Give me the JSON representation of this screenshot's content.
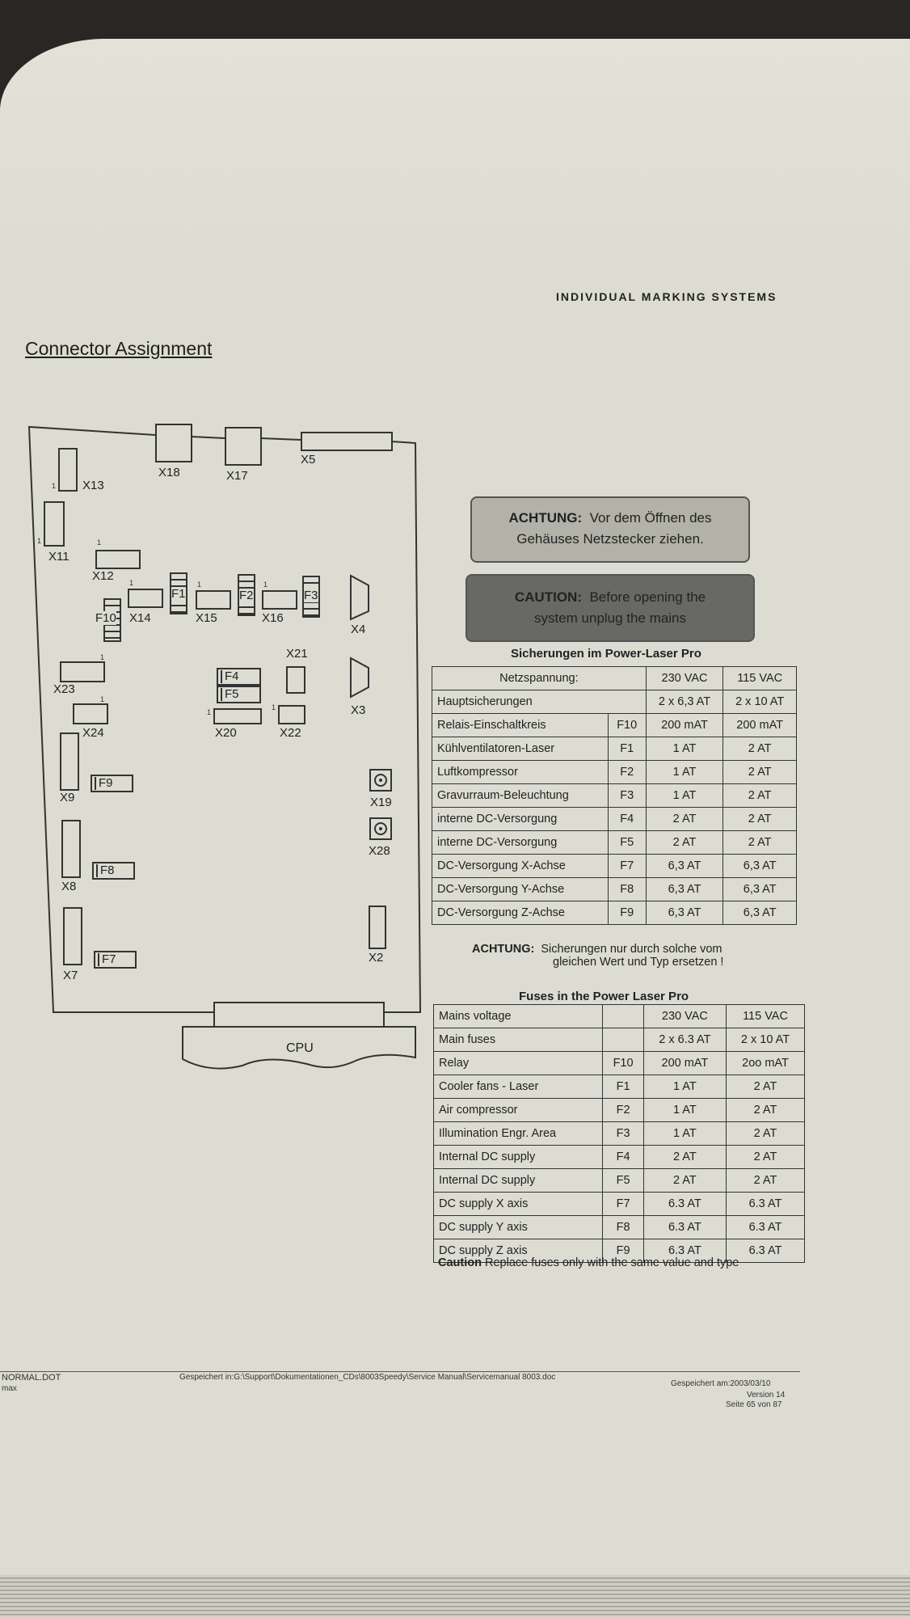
{
  "header": {
    "company": "INDIVIDUAL MARKING SYSTEMS",
    "section_title": "Connector Assignment"
  },
  "diagram": {
    "connectors": [
      "X18",
      "X17",
      "X5",
      "X13",
      "X11",
      "X12",
      "X14",
      "X15",
      "X16",
      "X4",
      "X21",
      "X23",
      "X3",
      "X24",
      "X20",
      "X22",
      "X9",
      "X19",
      "X28",
      "X8",
      "X2",
      "X7"
    ],
    "fuses": [
      "F1",
      "F2",
      "F3",
      "F10",
      "F4",
      "F5",
      "F9",
      "F8",
      "F7"
    ],
    "pin_one": "1",
    "cpu_label": "CPU"
  },
  "alerts": {
    "de": {
      "label": "ACHTUNG:",
      "line1": "Vor dem Öffnen des",
      "line2": "Gehäuses Netzstecker ziehen."
    },
    "en": {
      "label": "CAUTION:",
      "line1": "Before opening the",
      "line2": "system unplug the mains"
    }
  },
  "table_de": {
    "caption": "Sicherungen im Power-Laser Pro",
    "header": [
      "Netzspannung:",
      "230 VAC",
      "115 VAC"
    ],
    "main": [
      "Hauptsicherungen",
      "2 x 6,3 AT",
      "2 x 10 AT"
    ],
    "rows": [
      [
        "Relais-Einschaltkreis",
        "F10",
        "200 mAT",
        "200 mAT"
      ],
      [
        "Kühlventilatoren-Laser",
        "F1",
        "1 AT",
        "2 AT"
      ],
      [
        "Luftkompressor",
        "F2",
        "1 AT",
        "2 AT"
      ],
      [
        "Gravurraum-Beleuchtung",
        "F3",
        "1 AT",
        "2 AT"
      ],
      [
        "interne DC-Versorgung",
        "F4",
        "2 AT",
        "2 AT"
      ],
      [
        "interne DC-Versorgung",
        "F5",
        "2 AT",
        "2 AT"
      ],
      [
        "DC-Versorgung X-Achse",
        "F7",
        "6,3 AT",
        "6,3 AT"
      ],
      [
        "DC-Versorgung Y-Achse",
        "F8",
        "6,3 AT",
        "6,3 AT"
      ],
      [
        "DC-Versorgung Z-Achse",
        "F9",
        "6,3 AT",
        "6,3 AT"
      ]
    ],
    "note_label": "ACHTUNG:",
    "note_line1": "Sicherungen nur durch solche vom",
    "note_line2": "gleichen Wert und Typ ersetzen !"
  },
  "table_en": {
    "caption": "Fuses in the Power Laser Pro",
    "header": [
      "Mains voltage",
      "230 VAC",
      "115 VAC"
    ],
    "main": [
      "Main fuses",
      "2 x 6.3 AT",
      "2 x 10 AT"
    ],
    "rows": [
      [
        "Relay",
        "F10",
        "200 mAT",
        "2oo mAT"
      ],
      [
        "Cooler fans - Laser",
        "F1",
        "1 AT",
        "2 AT"
      ],
      [
        "Air compressor",
        "F2",
        "1 AT",
        "2 AT"
      ],
      [
        "Illumination Engr. Area",
        "F3",
        "1 AT",
        "2 AT"
      ],
      [
        "Internal DC supply",
        "F4",
        "2 AT",
        "2 AT"
      ],
      [
        "Internal DC supply",
        "F5",
        "2 AT",
        "2 AT"
      ],
      [
        "DC supply X axis",
        "F7",
        "6.3 AT",
        "6.3 AT"
      ],
      [
        "DC supply Y axis",
        "F8",
        "6.3 AT",
        "6.3 AT"
      ],
      [
        "DC supply Z axis",
        "F9",
        "6.3 AT",
        "6.3 AT"
      ]
    ],
    "note_label": "Caution",
    "note_text": "Replace fuses only with the same value and type"
  },
  "footer": {
    "template": "NORMAL.DOT",
    "user": "max",
    "path": "Gespeichert in:G:\\Support\\Dokumentationen_CDs\\8003Speedy\\Service Manual\\Servicemanual 8003.doc",
    "saved": "Gespeichert  am:2003/03/10",
    "version": "Version 14",
    "page": "Seite 65 von 87"
  }
}
